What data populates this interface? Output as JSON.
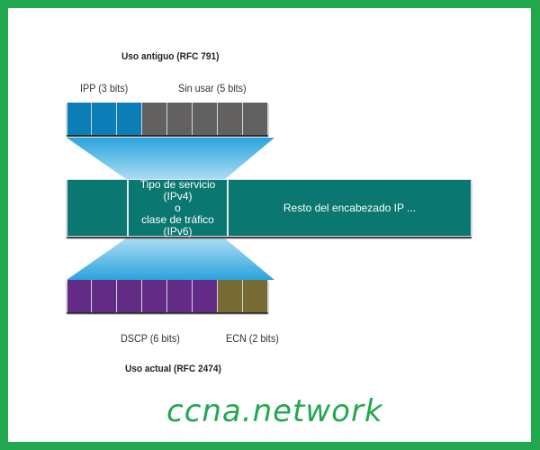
{
  "diagram": {
    "top_title": "Uso antiguo (RFC 791)",
    "top_labels": {
      "ipp": "IPP (3 bits)",
      "unused": "Sin usar (5 bits)"
    },
    "top_bits": [
      {
        "group": "IPP",
        "color": "#0b7db7"
      },
      {
        "group": "IPP",
        "color": "#0b7db7"
      },
      {
        "group": "IPP",
        "color": "#0b7db7"
      },
      {
        "group": "Sin usar",
        "color": "#636060"
      },
      {
        "group": "Sin usar",
        "color": "#636060"
      },
      {
        "group": "Sin usar",
        "color": "#636060"
      },
      {
        "group": "Sin usar",
        "color": "#636060"
      },
      {
        "group": "Sin usar",
        "color": "#636060"
      }
    ],
    "header": {
      "tos_line1": "Tipo de servicio (IPv4)",
      "tos_line2": "o",
      "tos_line3": "clase de tráfico (IPv6)",
      "rest": "Resto del encabezado IP ...",
      "color": "#0a7770"
    },
    "bottom_bits": [
      {
        "group": "DSCP",
        "color": "#632a86"
      },
      {
        "group": "DSCP",
        "color": "#632a86"
      },
      {
        "group": "DSCP",
        "color": "#632a86"
      },
      {
        "group": "DSCP",
        "color": "#632a86"
      },
      {
        "group": "DSCP",
        "color": "#632a86"
      },
      {
        "group": "DSCP",
        "color": "#632a86"
      },
      {
        "group": "ECN",
        "color": "#776b33"
      },
      {
        "group": "ECN",
        "color": "#776b33"
      }
    ],
    "bottom_labels": {
      "dscp": "DSCP (6 bits)",
      "ecn": "ECN (2 bits)"
    },
    "bottom_title": "Uso actual (RFC 2474)"
  },
  "watermark": "ccna.network",
  "colors": {
    "frame": "#22a84f",
    "funnel_top": "#3aa9df",
    "funnel_bottom": "#a6d9f2"
  }
}
